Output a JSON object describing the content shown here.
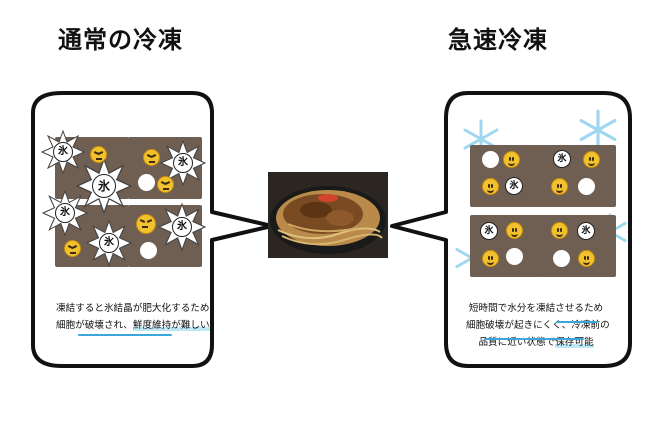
{
  "left_panel": {
    "title": "通常の冷凍",
    "ice_label": "氷",
    "caption_line1": "凍結すると氷結晶が肥大化するため",
    "caption_line2_a": "細胞が破壊され、",
    "caption_line2_b": "鮮度維持が難しい"
  },
  "right_panel": {
    "title": "急速冷凍",
    "ice_label": "氷",
    "caption_line1": "短時間で水分を凍結させるため",
    "caption_line2": "細胞破壊が起きにくく、冷凍前の",
    "caption_line3_a": "品質に近い状態で",
    "caption_line3_b": "保存可能"
  },
  "colors": {
    "cell": "#6f5e52",
    "bubble_outline": "#111111",
    "highlight": "#bfe8f7",
    "snowflake": "#9fd6f0",
    "face": "#f2c12e"
  }
}
